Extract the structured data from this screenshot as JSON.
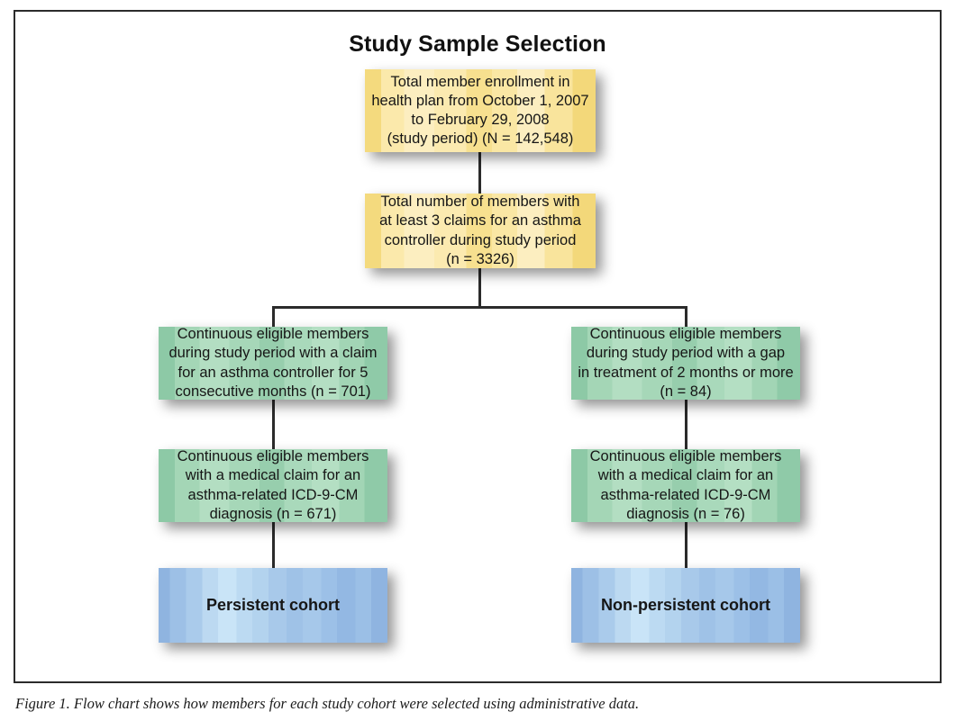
{
  "figure": {
    "title": "Study Sample Selection",
    "caption": "Figure 1. Flow chart shows how members for each study cohort were selected using administrative data.",
    "colors": {
      "yellow": "#fbe9ab",
      "green": "#a9d9bb",
      "blue": "#aacbeb",
      "border": "#2b2b2b",
      "connector": "#2b2b2b",
      "text": "#161616"
    }
  },
  "chart_data": {
    "type": "diagram",
    "title": "Study Sample Selection",
    "nodes": [
      {
        "id": "enrollment",
        "level": 0,
        "color": "yellow",
        "text": "Total member enrollment in\nhealth plan from October 1, 2007\nto February 29, 2008\n(study period) (N = 142,548)",
        "count_label": "N = 142,548",
        "count": 142548
      },
      {
        "id": "controller-claims",
        "level": 1,
        "color": "yellow",
        "text": "Total number of members with\nat least 3 claims for an asthma\ncontroller during study period\n(n = 3326)",
        "count_label": "n = 3326",
        "count": 3326
      },
      {
        "id": "persistent-eligible",
        "level": 2,
        "branch": "left",
        "color": "green",
        "text": "Continuous eligible members\nduring study period with a claim\nfor an asthma controller for 5\nconsecutive months (n = 701)",
        "count_label": "n = 701",
        "count": 701
      },
      {
        "id": "nonpersistent-eligible",
        "level": 2,
        "branch": "right",
        "color": "green",
        "text": "Continuous eligible members\nduring study period with a gap\nin treatment of 2 months or more\n(n = 84)",
        "count_label": "n = 84",
        "count": 84
      },
      {
        "id": "persistent-diagnosis",
        "level": 3,
        "branch": "left",
        "color": "green",
        "text": "Continuous eligible members\nwith a medical claim for an\nasthma-related ICD-9-CM\ndiagnosis (n = 671)",
        "count_label": "n = 671",
        "count": 671
      },
      {
        "id": "nonpersistent-diagnosis",
        "level": 3,
        "branch": "right",
        "color": "green",
        "text": "Continuous eligible members\nwith a medical claim for an\nasthma-related ICD-9-CM\ndiagnosis (n = 76)",
        "count_label": "n = 76",
        "count": 76
      },
      {
        "id": "persistent-cohort",
        "level": 4,
        "branch": "left",
        "color": "blue",
        "text": "Persistent cohort"
      },
      {
        "id": "nonpersistent-cohort",
        "level": 4,
        "branch": "right",
        "color": "blue",
        "text": "Non-persistent cohort"
      }
    ],
    "edges": [
      {
        "from": "enrollment",
        "to": "controller-claims",
        "style": "straight"
      },
      {
        "from": "controller-claims",
        "to": "persistent-eligible",
        "style": "split-left"
      },
      {
        "from": "controller-claims",
        "to": "nonpersistent-eligible",
        "style": "split-right"
      },
      {
        "from": "persistent-eligible",
        "to": "persistent-diagnosis",
        "style": "straight"
      },
      {
        "from": "nonpersistent-eligible",
        "to": "nonpersistent-diagnosis",
        "style": "straight"
      },
      {
        "from": "persistent-diagnosis",
        "to": "persistent-cohort",
        "style": "straight"
      },
      {
        "from": "nonpersistent-diagnosis",
        "to": "nonpersistent-cohort",
        "style": "straight"
      }
    ]
  }
}
